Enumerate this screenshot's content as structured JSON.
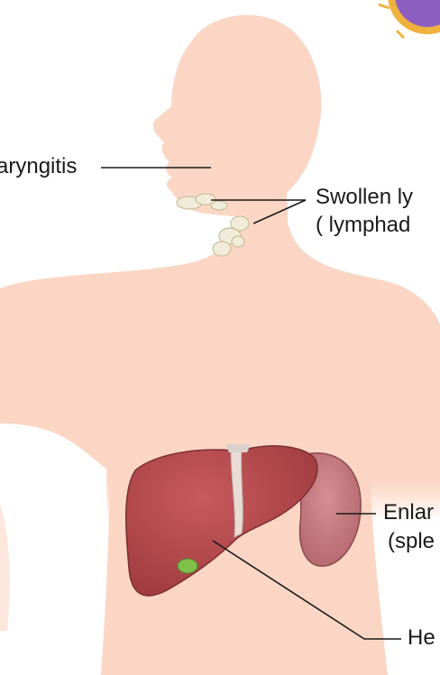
{
  "labels": {
    "laryngitis": "aryngitis",
    "swollen_line1": "Swollen ly",
    "swollen_line2": "( lymphad",
    "enlarged_line1": "Enlar",
    "enlarged_line2": "(sple",
    "hepatitis": "He"
  },
  "colors": {
    "skin": "#fbd6c4",
    "liver": "#b5464a",
    "spleen": "#c7787c",
    "gallbladder": "#7fbf4a",
    "lymph_node": "#f1ecda",
    "virus": "#8d5fc0",
    "leader_line": "#1a1a1a"
  }
}
